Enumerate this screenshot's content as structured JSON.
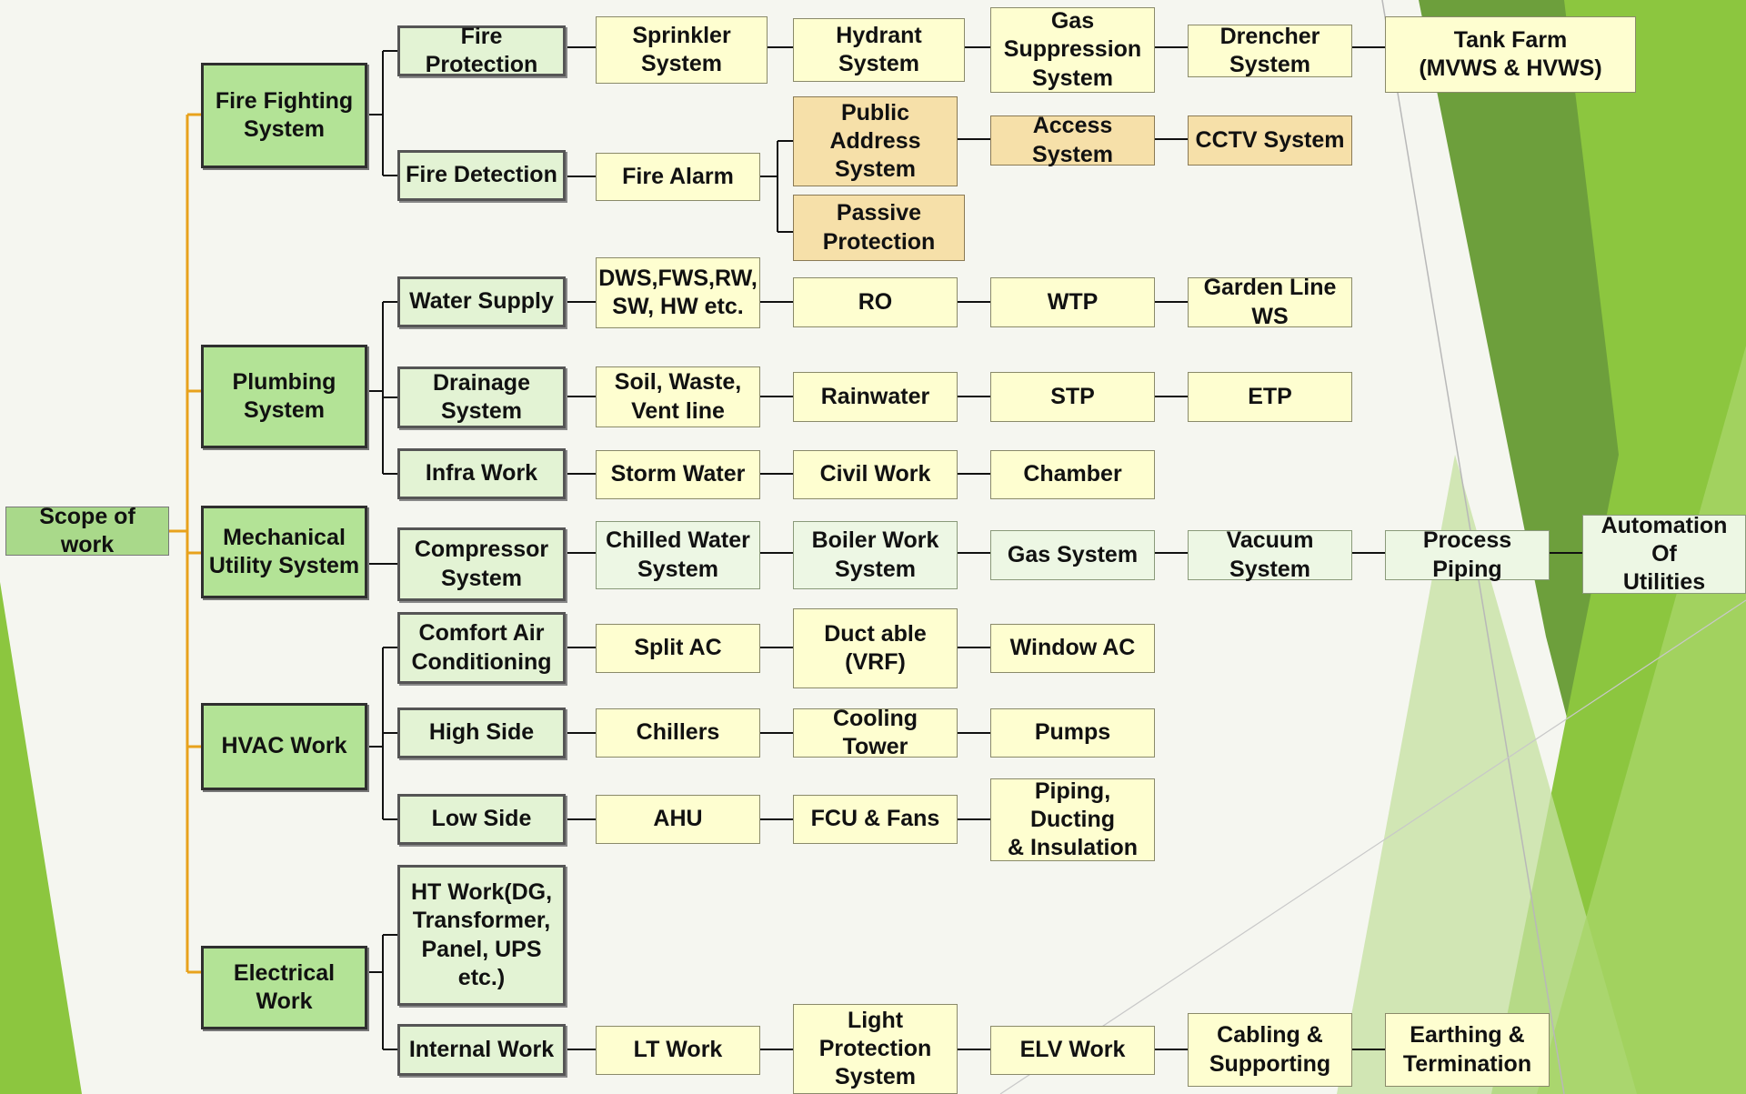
{
  "root": "Scope of work",
  "systems": {
    "fire_fighting": "Fire Fighting\nSystem",
    "plumbing": "Plumbing\nSystem",
    "mechanical": "Mechanical\nUtility System",
    "hvac": "HVAC Work",
    "electrical": "Electrical Work"
  },
  "fire": {
    "protection": "Fire Protection",
    "sprinkler": "Sprinkler\nSystem",
    "hydrant": "Hydrant\nSystem",
    "gas_suppression": "Gas\nSuppression\nSystem",
    "drencher": "Drencher\nSystem",
    "tank_farm": "Tank Farm\n(MVWS & HVWS)",
    "detection": "Fire Detection",
    "fire_alarm": "Fire Alarm",
    "public_address": "Public Address\nSystem",
    "access": "Access System",
    "cctv": "CCTV System",
    "passive": "Passive\nProtection"
  },
  "plumbing": {
    "water_supply": "Water Supply",
    "dws": "DWS,FWS,RW,\nSW, HW etc.",
    "ro": "RO",
    "wtp": "WTP",
    "garden": "Garden Line\nWS",
    "drainage": "Drainage\nSystem",
    "soil": "Soil, Waste,\nVent line",
    "rainwater": "Rainwater",
    "stp": "STP",
    "etp": "ETP",
    "infra": "Infra Work",
    "storm": "Storm Water",
    "civil": "Civil Work",
    "chamber": "Chamber"
  },
  "mechanical": {
    "compressor": "Compressor\nSystem",
    "chilled": "Chilled Water\nSystem",
    "boiler": "Boiler Work\nSystem",
    "gas": "Gas System",
    "vacuum": "Vacuum\nSystem",
    "process": "Process Piping",
    "automation": "Automation Of\nUtilities"
  },
  "hvac": {
    "comfort": "Comfort Air\nConditioning",
    "split": "Split AC",
    "ductable": "Duct able\n(VRF)",
    "window": "Window AC",
    "high": "High Side",
    "chillers": "Chillers",
    "cooling": "Cooling Tower",
    "pumps": "Pumps",
    "low": "Low Side",
    "ahu": "AHU",
    "fcu": "FCU & Fans",
    "piping": "Piping, Ducting\n& Insulation"
  },
  "electrical": {
    "ht": "HT Work(DG,\nTransformer,\nPanel, UPS\netc.)",
    "internal": "Internal Work",
    "lt": "LT Work",
    "light": "Light\nProtection\nSystem",
    "elv": "ELV Work",
    "cabling": "Cabling &\nSupporting",
    "earthing": "Earthing &\nTermination"
  },
  "colors": {
    "trunk": "#e8a21c",
    "level1_fill": "#b3e396",
    "level2_fill": "#e3f3d4",
    "leaf_fill": "#fefed0",
    "highlight_fill": "#f6e0a9",
    "accent_green": "#7dbf3a"
  }
}
